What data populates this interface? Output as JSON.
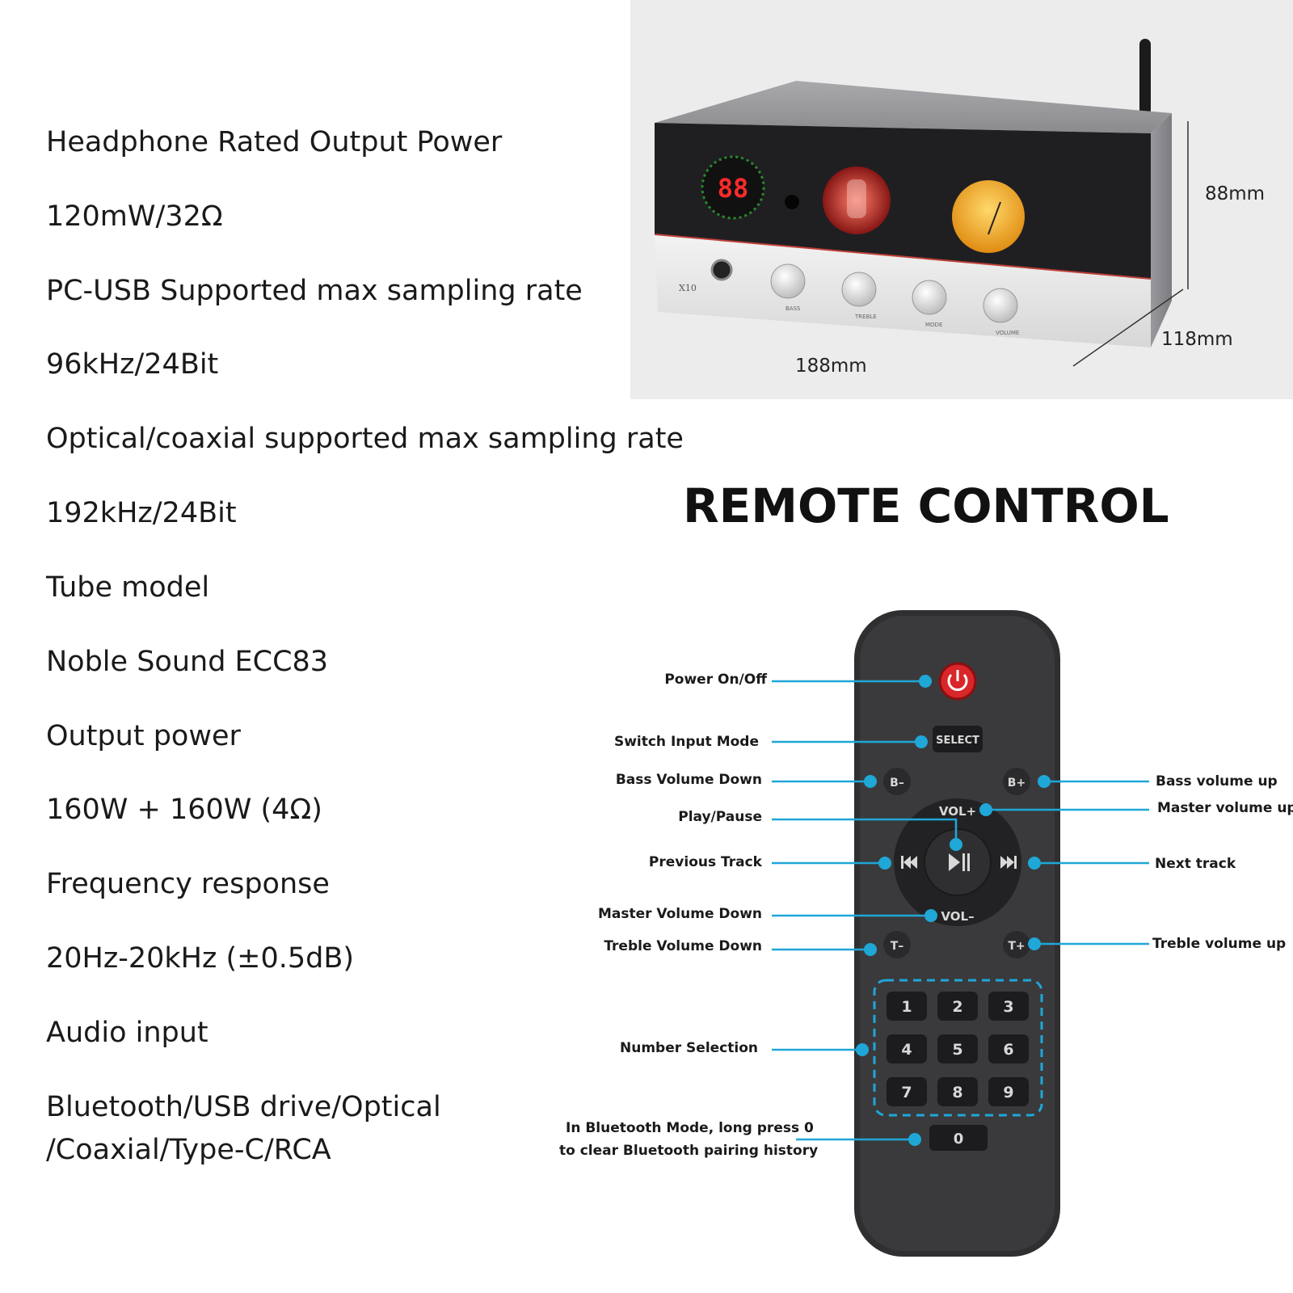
{
  "specs": [
    "Headphone Rated Output Power",
    "120mW/32Ω",
    "PC-USB Supported max sampling rate",
    "96kHz/24Bit",
    "Optical/coaxial supported max sampling rate",
    "192kHz/24Bit",
    "Tube model",
    "Noble Sound ECC83",
    "Output power",
    "160W + 160W (4Ω)",
    "Frequency response",
    "20Hz-20kHz (±0.5dB)",
    "Audio input",
    "Bluetooth/USB drive/Optical",
    "/Coaxial/Type-C/RCA"
  ],
  "dimensions": {
    "height": "88mm",
    "depth": "118mm",
    "width": "188mm"
  },
  "device": {
    "display_digits": "88",
    "knob_labels": [
      "BASS",
      "TREBLE",
      "MODE",
      "VOLUME"
    ],
    "model_mark": "X10"
  },
  "remote": {
    "title": "REMOTE CONTROL",
    "labels": {
      "power": "Power On/Off",
      "select": "Switch Input Mode",
      "bass_down": "Bass Volume Down",
      "play_pause": "Play/Pause",
      "previous": "Previous Track",
      "master_down": "Master Volume Down",
      "treble_down": "Treble Volume Down",
      "number_selection": "Number Selection",
      "bluetooth_line1": "In Bluetooth Mode, long press 0",
      "bluetooth_line2": "to clear Bluetooth pairing history",
      "bass_up": "Bass volume up",
      "master_up": "Master volume up",
      "next": "Next track",
      "treble_up": "Treble volume up"
    },
    "buttons": {
      "select": "SELECT",
      "bass_minus": "B–",
      "bass_plus": "B+",
      "vol_plus": "VOL+",
      "vol_minus": "VOL–",
      "treble_minus": "T–",
      "treble_plus": "T+",
      "numbers": [
        "1",
        "2",
        "3",
        "4",
        "5",
        "6",
        "7",
        "8",
        "9"
      ],
      "zero": "0"
    },
    "accent": "#1fa7d8",
    "power_color": "#d8262b"
  }
}
